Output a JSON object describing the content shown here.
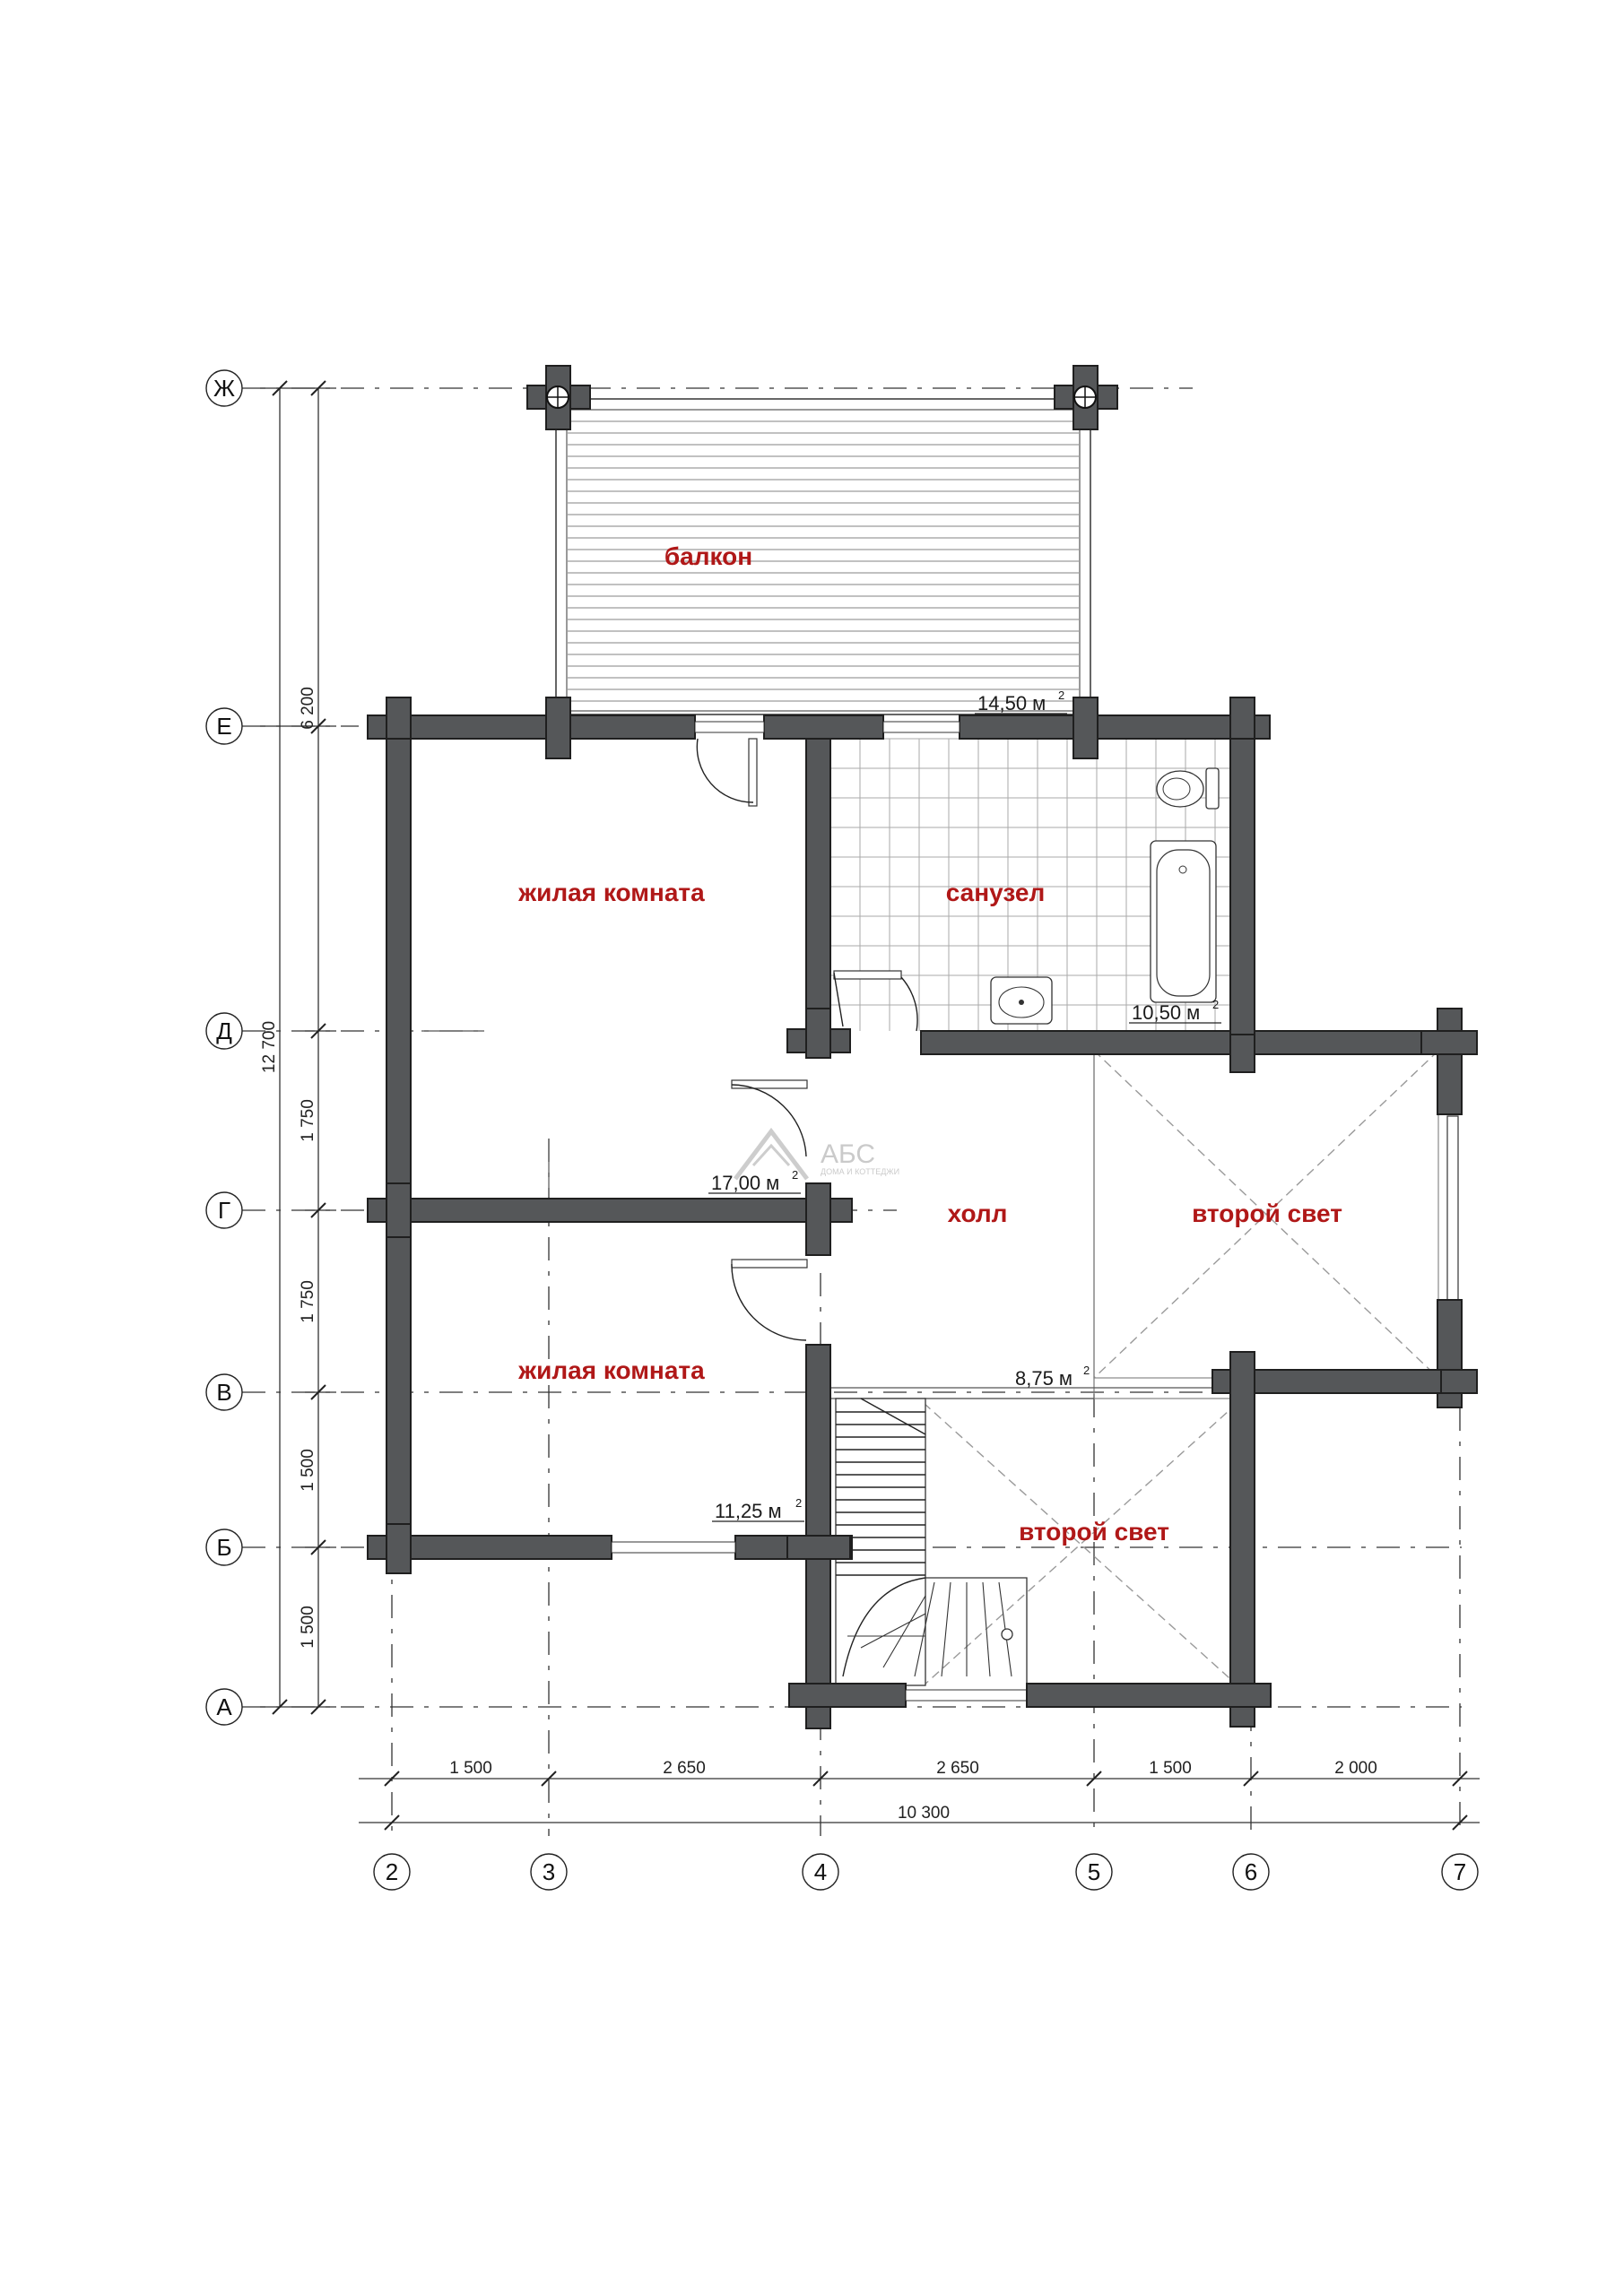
{
  "axes": {
    "letters": [
      "Ж",
      "Е",
      "Д",
      "Г",
      "В",
      "Б",
      "А"
    ],
    "numbers": [
      "2",
      "3",
      "4",
      "5",
      "6",
      "7"
    ]
  },
  "dimensions": {
    "left_total": "12 700",
    "left_top": "6 200",
    "left_segments": [
      "1 750",
      "1 750",
      "1 500",
      "1 500"
    ],
    "bottom_segments": [
      "1 500",
      "2 650",
      "2 650",
      "1 500",
      "2 000"
    ],
    "bottom_total": "10 300"
  },
  "rooms": [
    {
      "id": "balcony",
      "label": "балкон",
      "area": "14,50 м"
    },
    {
      "id": "living1",
      "label": "жилая комната",
      "area": "17,00 м"
    },
    {
      "id": "bathroom",
      "label": "санузел",
      "area": "10,50 м"
    },
    {
      "id": "hall",
      "label": "холл",
      "area": "8,75 м"
    },
    {
      "id": "second_light_1",
      "label": "второй свет",
      "area": ""
    },
    {
      "id": "living2",
      "label": "жилая комната",
      "area": "11,25 м"
    },
    {
      "id": "second_light_2",
      "label": "второй свет",
      "area": ""
    }
  ],
  "area_unit_sup": "2",
  "logo": {
    "name": "АБС",
    "tagline": "ДОМА И КОТТЕДЖИ"
  },
  "colors": {
    "wall": "#555759",
    "room_label": "#b01818"
  }
}
